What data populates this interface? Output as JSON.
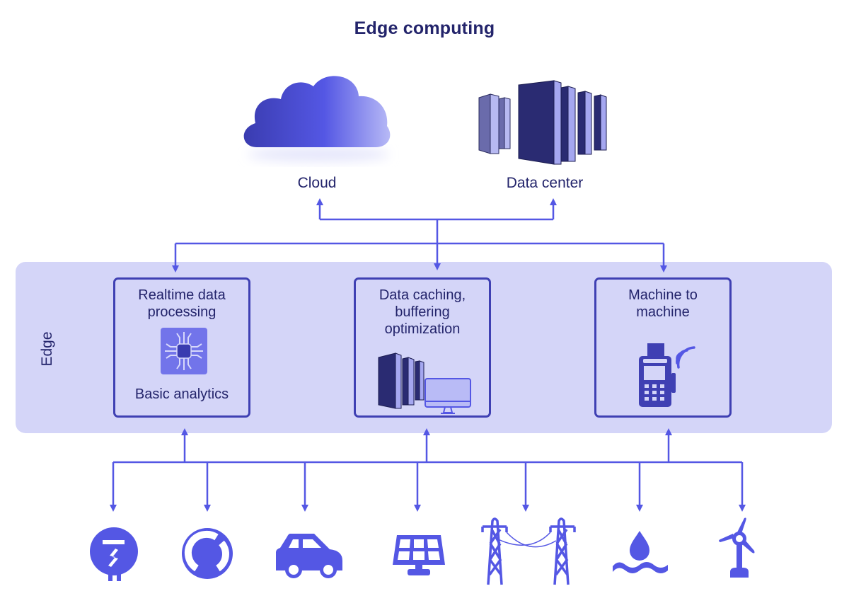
{
  "title": "Edge computing",
  "top_nodes": [
    {
      "id": "cloud",
      "label": "Cloud",
      "icon": "cloud-icon"
    },
    {
      "id": "datacenter",
      "label": "Data center",
      "icon": "server-rack-icon"
    }
  ],
  "edge": {
    "label": "Edge",
    "boxes": [
      {
        "title_lines": [
          "Realtime data",
          "processing"
        ],
        "subtitle": "Basic analytics",
        "icon": "chip-icon"
      },
      {
        "title_lines": [
          "Data caching,",
          "buffering",
          "optimization"
        ],
        "subtitle": "",
        "icon": "server-monitor-icon"
      },
      {
        "title_lines": [
          "Machine to",
          "machine"
        ],
        "subtitle": "",
        "icon": "payment-terminal-icon"
      }
    ]
  },
  "devices": [
    {
      "name": "smart-meter",
      "icon": "electric-meter-icon"
    },
    {
      "name": "gauge",
      "icon": "gauge-icon"
    },
    {
      "name": "car",
      "icon": "car-icon"
    },
    {
      "name": "solar-panel",
      "icon": "solar-panel-icon"
    },
    {
      "name": "power-lines",
      "icon": "power-tower-icon"
    },
    {
      "name": "water",
      "icon": "water-drop-icon"
    },
    {
      "name": "wind-turbine",
      "icon": "wind-turbine-icon"
    }
  ],
  "colors": {
    "accent": "#5457e4",
    "dark": "#23246b",
    "box_border": "#3f40b3",
    "panel": "#d4d5f8"
  }
}
